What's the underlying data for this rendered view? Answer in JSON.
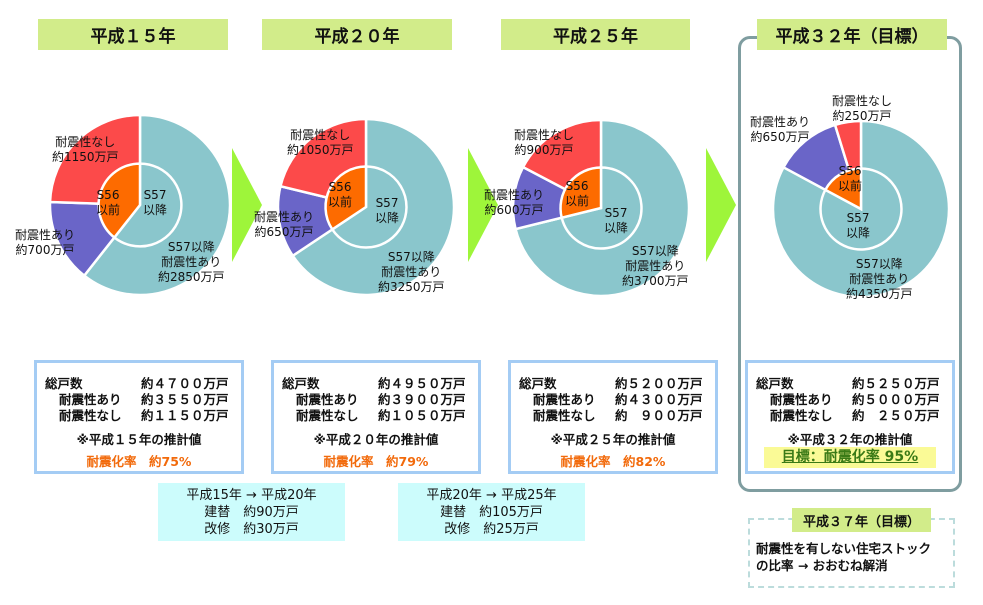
{
  "colors": {
    "s57": "#8ac6cc",
    "s56_ari": "#6a65c8",
    "s56_nashi": "#fc4a4a",
    "s56_inner": "#fd6b00",
    "arrow": "#9ef53a"
  },
  "chart_data": [
    {
      "type": "pie",
      "title": "平成１５年",
      "total": 4700,
      "outer": [
        {
          "name": "S57以降 耐震性あり",
          "value": 2850
        },
        {
          "name": "耐震性あり",
          "value": 700
        },
        {
          "name": "耐震性なし",
          "value": 1150
        }
      ],
      "inner": [
        {
          "name": "S57 以降",
          "value": 2850
        },
        {
          "name": "S56 以前",
          "value": 1850
        }
      ]
    },
    {
      "type": "pie",
      "title": "平成２０年",
      "total": 4950,
      "outer": [
        {
          "name": "S57以降 耐震性あり",
          "value": 3250
        },
        {
          "name": "耐震性あり",
          "value": 650
        },
        {
          "name": "耐震性なし",
          "value": 1050
        }
      ],
      "inner": [
        {
          "name": "S57 以降",
          "value": 3250
        },
        {
          "name": "S56 以前",
          "value": 1700
        }
      ]
    },
    {
      "type": "pie",
      "title": "平成２５年",
      "total": 5200,
      "outer": [
        {
          "name": "S57以降 耐震性あり",
          "value": 3700
        },
        {
          "name": "耐震性あり",
          "value": 600
        },
        {
          "name": "耐震性なし",
          "value": 900
        }
      ],
      "inner": [
        {
          "name": "S57 以降",
          "value": 3700
        },
        {
          "name": "S56 以前",
          "value": 1500
        }
      ]
    },
    {
      "type": "pie",
      "title": "平成３２年（目標）",
      "total": 5250,
      "outer": [
        {
          "name": "S57以降 耐震性あり",
          "value": 4350
        },
        {
          "name": "耐震性あり",
          "value": 650
        },
        {
          "name": "耐震性なし",
          "value": 250
        }
      ],
      "inner": [
        {
          "name": "S57 以降",
          "value": 4350
        },
        {
          "name": "S56 以前",
          "value": 900
        }
      ]
    }
  ],
  "panels": [
    {
      "title": "平成１５年",
      "nashi_l1": "耐震性なし",
      "nashi_l2": "約1150万戸",
      "ari_l1": "耐震性あり",
      "ari_l2": "約700万戸",
      "s56_l1": "S56",
      "s56_l2": "以前",
      "s57_l1": "S57",
      "s57_l2": "以降",
      "new_l1": "S57以降",
      "new_l2": "耐震性あり",
      "new_l3": "約2850万戸",
      "total_label": "総戸数",
      "total_val": "約４７００万戸",
      "ari_label": "耐震性あり",
      "ari_val": "約３５５０万戸",
      "nashi_label": "耐震性なし",
      "nashi_val": "約１１５０万戸",
      "note": "※平成１５年の推計値",
      "rate": "耐震化率　約75%"
    },
    {
      "title": "平成２０年",
      "nashi_l1": "耐震性なし",
      "nashi_l2": "約1050万戸",
      "ari_l1": "耐震性あり",
      "ari_l2": "約650万戸",
      "s56_l1": "S56",
      "s56_l2": "以前",
      "s57_l1": "S57",
      "s57_l2": "以降",
      "new_l1": "S57以降",
      "new_l2": "耐震性あり",
      "new_l3": "約3250万戸",
      "total_label": "総戸数",
      "total_val": "約４９５０万戸",
      "ari_label": "耐震性あり",
      "ari_val": "約３９００万戸",
      "nashi_label": "耐震性なし",
      "nashi_val": "約１０５０万戸",
      "note": "※平成２０年の推計値",
      "rate": "耐震化率　約79%"
    },
    {
      "title": "平成２５年",
      "nashi_l1": "耐震性なし",
      "nashi_l2": "約900万戸",
      "ari_l1": "耐震性あり",
      "ari_l2": "約600万戸",
      "s56_l1": "S56",
      "s56_l2": "以前",
      "s57_l1": "S57",
      "s57_l2": "以降",
      "new_l1": "S57以降",
      "new_l2": "耐震性あり",
      "new_l3": "約3700万戸",
      "total_label": "総戸数",
      "total_val": "約５２００万戸",
      "ari_label": "耐震性あり",
      "ari_val": "約４３００万戸",
      "nashi_label": "耐震性なし",
      "nashi_val": "約　９００万戸",
      "note": "※平成２５年の推計値",
      "rate": "耐震化率　約82%"
    },
    {
      "title": "平成３２年（目標）",
      "nashi_l1": "耐震性なし",
      "nashi_l2": "約250万戸",
      "ari_l1": "耐震性あり",
      "ari_l2": "約650万戸",
      "s56_l1": "S56",
      "s56_l2": "以前",
      "s57_l1": "S57",
      "s57_l2": "以降",
      "new_l1": "S57以降",
      "new_l2": "耐震性あり",
      "new_l3": "約4350万戸",
      "total_label": "総戸数",
      "total_val": "約５２５０万戸",
      "ari_label": "耐震性あり",
      "ari_val": "約５０００万戸",
      "nashi_label": "耐震性なし",
      "nashi_val": "約　２５０万戸",
      "note": "※平成３２年の推計値",
      "rate": "目標：耐震化率 95%"
    }
  ],
  "transitions": [
    {
      "l1": "平成15年 → 平成20年",
      "l2": "建替　約90万戸",
      "l3": "改修　約30万戸"
    },
    {
      "l1": "平成20年 → 平成25年",
      "l2": "建替　約105万戸",
      "l3": "改修　約25万戸"
    }
  ],
  "target": {
    "title": "平成３７年（目標）",
    "l1": "耐震性を有しない住宅ストック",
    "l2": "の比率 → おおむね解消"
  }
}
